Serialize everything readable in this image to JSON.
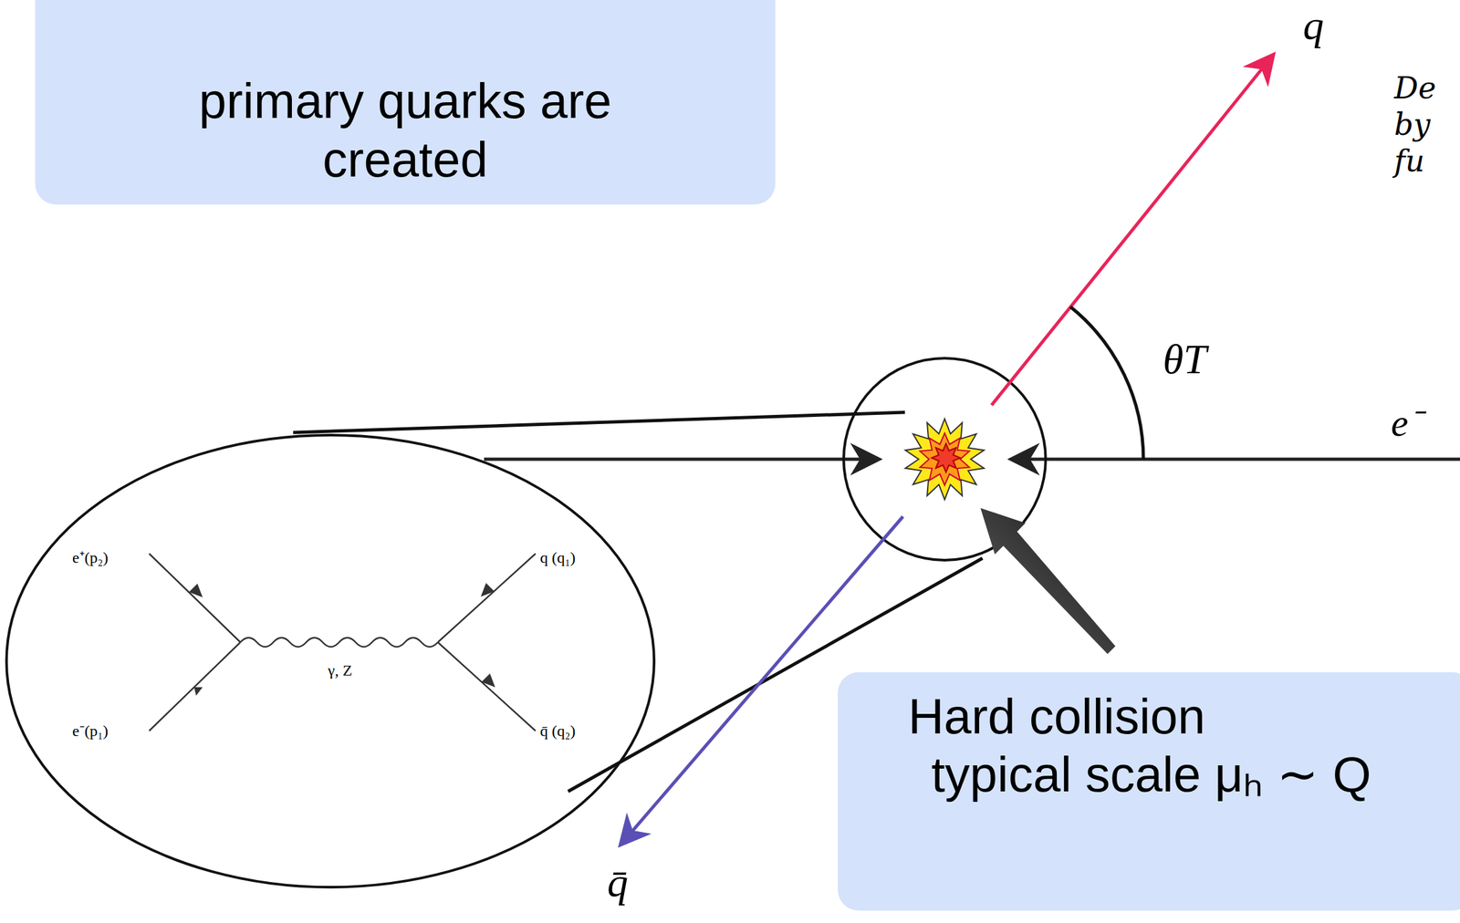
{
  "diagram": {
    "nodes": [
      {
        "text": [
          "primary quarks are created"
        ]
      },
      {
        "text": [
          "e⁺(p₂)",
          "q (q₁)",
          "γ, Z",
          "e⁻(p₁)",
          "q̄ (q₂)"
        ]
      },
      {
        "text": [
          "Hard collision",
          "typical scale μₕ ∼ Q"
        ]
      }
    ],
    "labels": [
      "q",
      "θT",
      "q̄",
      "De",
      "by",
      "fu",
      "e⁻"
    ]
  }
}
